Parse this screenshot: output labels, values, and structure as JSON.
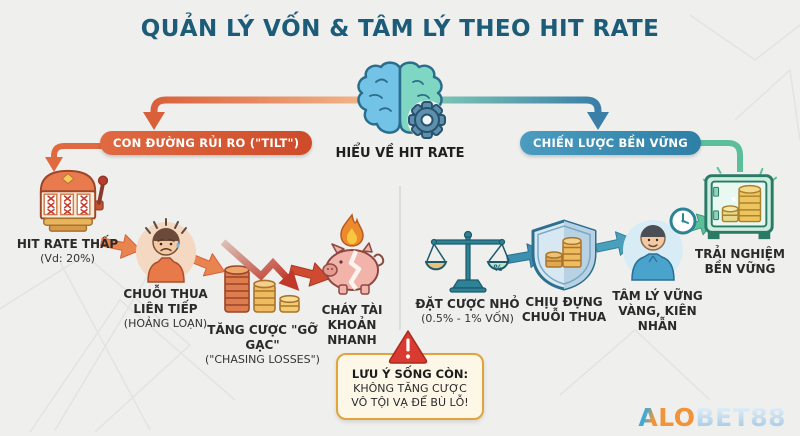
{
  "title": "QUẢN LÝ VỐN & TÂM LÝ THEO HIT RATE",
  "center_node": {
    "icon": "brain-gear-icon",
    "label": "HIỂU VỀ HIT RATE"
  },
  "left_path": {
    "header_label": "CON ĐƯỜNG RỦI RO (\"TILT\")",
    "accent_color": "#d9532f",
    "steps": [
      {
        "icon": "slot-machine-icon",
        "label": "HIT RATE THẤP",
        "sublabel": "(Vd: 20%)"
      },
      {
        "icon": "panicked-person-icon",
        "label": "CHUỖI THUA LIÊN TIẾP",
        "sublabel": "(HOẢNG LOẠN)"
      },
      {
        "icon": "shrinking-coin-stacks-icon",
        "label": "TĂNG CƯỢC \"GỠ GẠC\"",
        "sublabel": "(\"CHASING LOSSES\")"
      },
      {
        "icon": "burning-piggy-bank-icon",
        "label": "CHÁY TÀI KHOẢN NHANH",
        "sublabel": ""
      }
    ]
  },
  "right_path": {
    "header_label": "CHIẾN LƯỢC BỀN VỮNG",
    "accent_color": "#2e7fa6",
    "steps": [
      {
        "icon": "balance-scale-icon",
        "label": "ĐẶT CƯỢC NHỎ",
        "sublabel": "(0.5% - 1% VỐN)"
      },
      {
        "icon": "shield-coins-icon",
        "label": "CHỊU ĐỰNG CHUỖI THUA",
        "sublabel": ""
      },
      {
        "icon": "calm-person-clock-icon",
        "label": "TÂM LÝ VỮNG VÀNG, KIÊN NHẪN",
        "sublabel": ""
      },
      {
        "icon": "safe-vault-icon",
        "label": "TRẢI NGHIỆM BỀN VỮNG",
        "sublabel": ""
      }
    ]
  },
  "warning": {
    "icon": "warning-triangle-icon",
    "title": "LƯU Ý SỐNG CÒN:",
    "line1": "KHÔNG TĂNG CƯỢC",
    "line2": "VÔ TỘI VẠ ĐỂ BÙ LỖ!"
  },
  "logo": {
    "a": "A",
    "lo": "LO",
    "bet": "BET88"
  },
  "colors": {
    "title": "#1d5c78",
    "left_accent": "#d9532f",
    "right_accent": "#2e7fa6",
    "warning_border": "#e2a23d",
    "background": "#efefed"
  }
}
